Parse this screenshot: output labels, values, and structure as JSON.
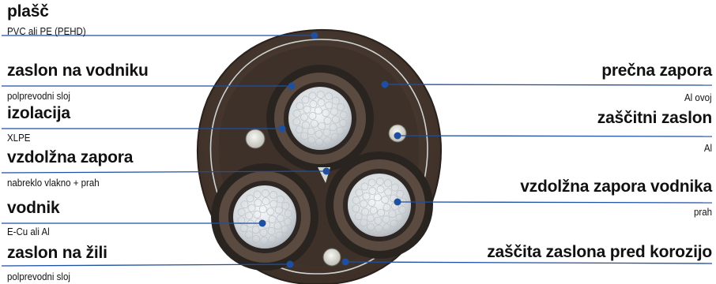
{
  "diagram": {
    "colors": {
      "leader_line": "#1f4fa0",
      "marker_dot": "#1f4fa0",
      "sheath": "#4a3b31",
      "screen_ring": "#2c2622",
      "conductor": "#d9dde0"
    },
    "left_labels": [
      {
        "title": "plašč",
        "sub": "PVC ali PE (PEHD)"
      },
      {
        "title": "zaslon na vodniku",
        "sub": "polprevodni sloj"
      },
      {
        "title": "izolacija",
        "sub": "XLPE"
      },
      {
        "title": "vzdolžna zapora",
        "sub": "nabreklo vlakno + prah"
      },
      {
        "title": "vodnik",
        "sub": "E-Cu ali Al"
      },
      {
        "title": "zaslon na žili",
        "sub": "polprevodni sloj"
      }
    ],
    "right_labels": [
      {
        "title": "prečna zapora",
        "sub": "Al ovoj"
      },
      {
        "title": "zaščitni zaslon",
        "sub": "Al"
      },
      {
        "title": "vzdolžna zapora vodnika",
        "sub": "prah"
      },
      {
        "title": "zaščita zaslona pred korozijo",
        "sub": ""
      }
    ]
  }
}
